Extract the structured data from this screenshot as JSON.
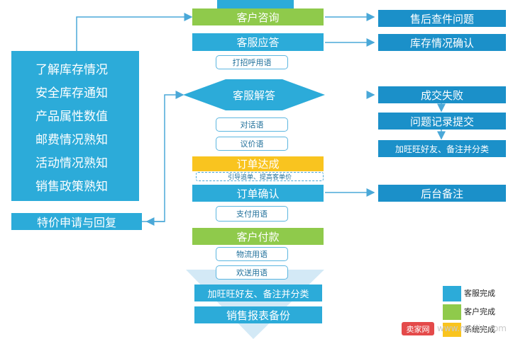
{
  "colors": {
    "service_blue": "#2cabd9",
    "customer_green": "#8fca4b",
    "system_yellow": "#f9c41f",
    "right_blue": "#1b90c9",
    "line_blue": "#4aa8d8"
  },
  "left_panel": {
    "items": [
      "了解库存情况",
      "安全库存通知",
      "产品属性数值",
      "邮费情况熟知",
      "活动情况熟知",
      "销售政策熟知"
    ],
    "special": "特价申请与回复"
  },
  "flow": {
    "inquiry": "客户咨询",
    "response": "客服应答",
    "greeting": "打招呼用语",
    "answer": "客服解答",
    "dialogue": "对话语",
    "bargain": "议价语",
    "order_reached": "订单达成",
    "guide": "引导追单、提高客单价",
    "order_confirm": "订单确认",
    "payment_phrase": "支付用语",
    "customer_pay": "客户付款",
    "logistics": "物流用语",
    "farewell": "欢送用语",
    "add_friend": "加旺旺好友、备注并分类",
    "report": "销售报表备份"
  },
  "right_panel": {
    "after_sale": "售后查件问题",
    "stock_confirm": "库存情况确认",
    "deal_fail": "成交失败",
    "record_submit": "问题记录提交",
    "add_friend_right": "加旺旺好友、备注并分类",
    "backend_note": "后台备注"
  },
  "legend": {
    "service": "客服完成",
    "customer": "客户完成",
    "system": "系统完成"
  },
  "watermark": {
    "logo_text": "卖家网",
    "url": "www.maijia.com"
  }
}
